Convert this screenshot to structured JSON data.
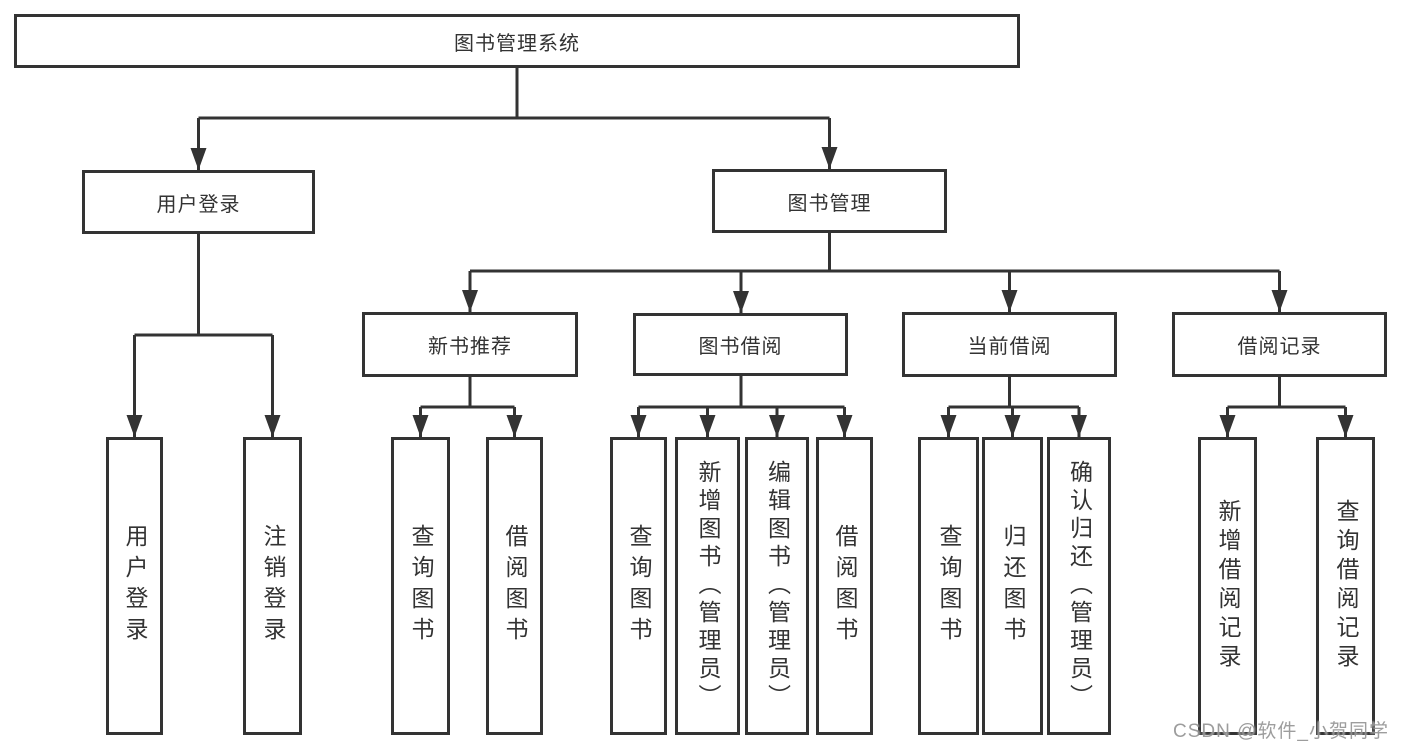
{
  "diagram_title": "图书管理系统",
  "watermark": "CSDN @软件_小贺同学",
  "colors": {
    "line": "#333333",
    "text": "#333333",
    "box_background": "#ffffff",
    "watermark": "#8c8c8c"
  },
  "nodes": {
    "root": {
      "label": "图书管理系统"
    },
    "user_login": {
      "label": "用户登录"
    },
    "book_management": {
      "label": "图书管理"
    },
    "new_book_recommend": {
      "label": "新书推荐"
    },
    "book_borrowing": {
      "label": "图书借阅"
    },
    "current_borrowing": {
      "label": "当前借阅"
    },
    "borrowing_records": {
      "label": "借阅记录"
    },
    "leaf_user_login": {
      "label": "用户登录"
    },
    "leaf_logout": {
      "label": "注销登录"
    },
    "leaf_recommend_query_books": {
      "label": "查询图书"
    },
    "leaf_recommend_borrow_books": {
      "label": "借阅图书"
    },
    "leaf_borrowing_query_books": {
      "label": "查询图书"
    },
    "leaf_borrowing_add_books": {
      "label": "新增图书（管理员）"
    },
    "leaf_borrowing_edit_books": {
      "label": "编辑图书（管理员）"
    },
    "leaf_borrowing_borrow_books": {
      "label": "借阅图书"
    },
    "leaf_current_query_books": {
      "label": "查询图书"
    },
    "leaf_current_return_books": {
      "label": "归还图书"
    },
    "leaf_current_confirm_return": {
      "label": "确认归还（管理员）"
    },
    "leaf_records_add_record": {
      "label": "新增借阅记录"
    },
    "leaf_records_query_record": {
      "label": "查询借阅记录"
    }
  }
}
